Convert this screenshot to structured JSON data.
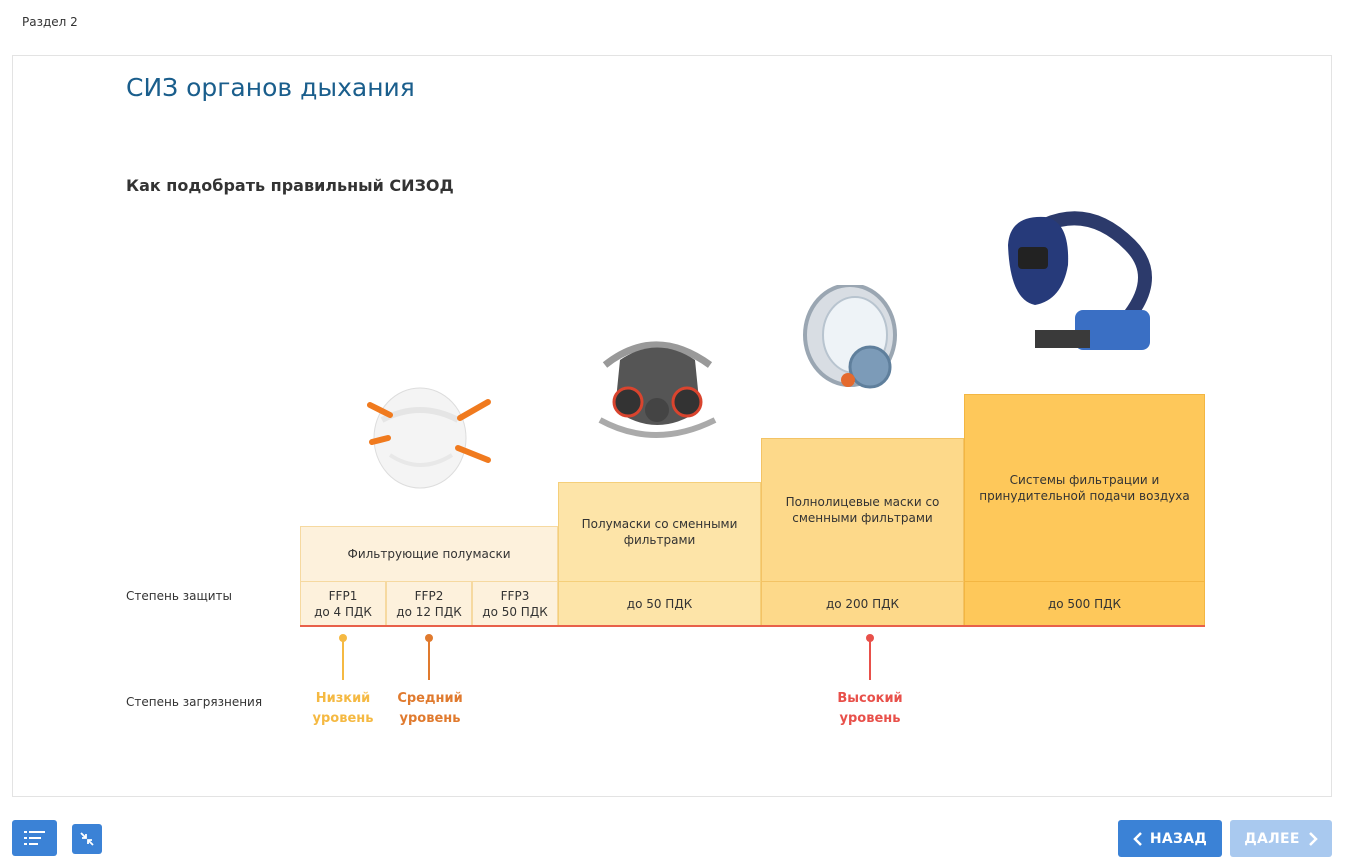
{
  "header": {
    "section": "Раздел 2"
  },
  "page": {
    "title": "СИЗ органов дыхания",
    "subtitle": "Как подобрать правильный СИЗОД"
  },
  "row_labels": {
    "protection": "Степень защиты",
    "pollution": "Степень загрязнения"
  },
  "categories": {
    "filtering": "Фильтрующие полумаски",
    "half_masks": "Полумаски со сменными фильтрами",
    "full_face": "Полнолицевые маски со сменными фильтрами",
    "systems": "Системы фильтрации и принудительной подачи воздуха"
  },
  "protection": {
    "ffp1_name": "FFP1",
    "ffp1_value": "до 4 ПДК",
    "ffp2_name": "FFP2",
    "ffp2_value": "до 12 ПДК",
    "ffp3_name": "FFP3",
    "ffp3_value": "до 50 ПДК",
    "half_masks": "до 50 ПДК",
    "full_face": "до 200 ПДК",
    "systems": "до 500 ПДК"
  },
  "levels": {
    "low": "Низкий уровень",
    "medium": "Средний уровень",
    "high": "Высокий уровень"
  },
  "colors": {
    "title": "#1a5e8c",
    "low": "#f5b942",
    "medium": "#e07a2e",
    "high": "#e8504a",
    "step1": "#fdf1dc",
    "step2": "#fde4a8",
    "step3": "#fdd98a",
    "step4": "#fec85a",
    "button_active": "#3b82d6",
    "button_disabled": "#a9c9ef"
  },
  "icons": {
    "menu": "list-icon",
    "collapse": "collapse-icon",
    "back": "chevron-left-icon",
    "next": "chevron-right-icon"
  },
  "nav": {
    "back_label": "НАЗАД",
    "next_label": "ДАЛЕЕ"
  }
}
